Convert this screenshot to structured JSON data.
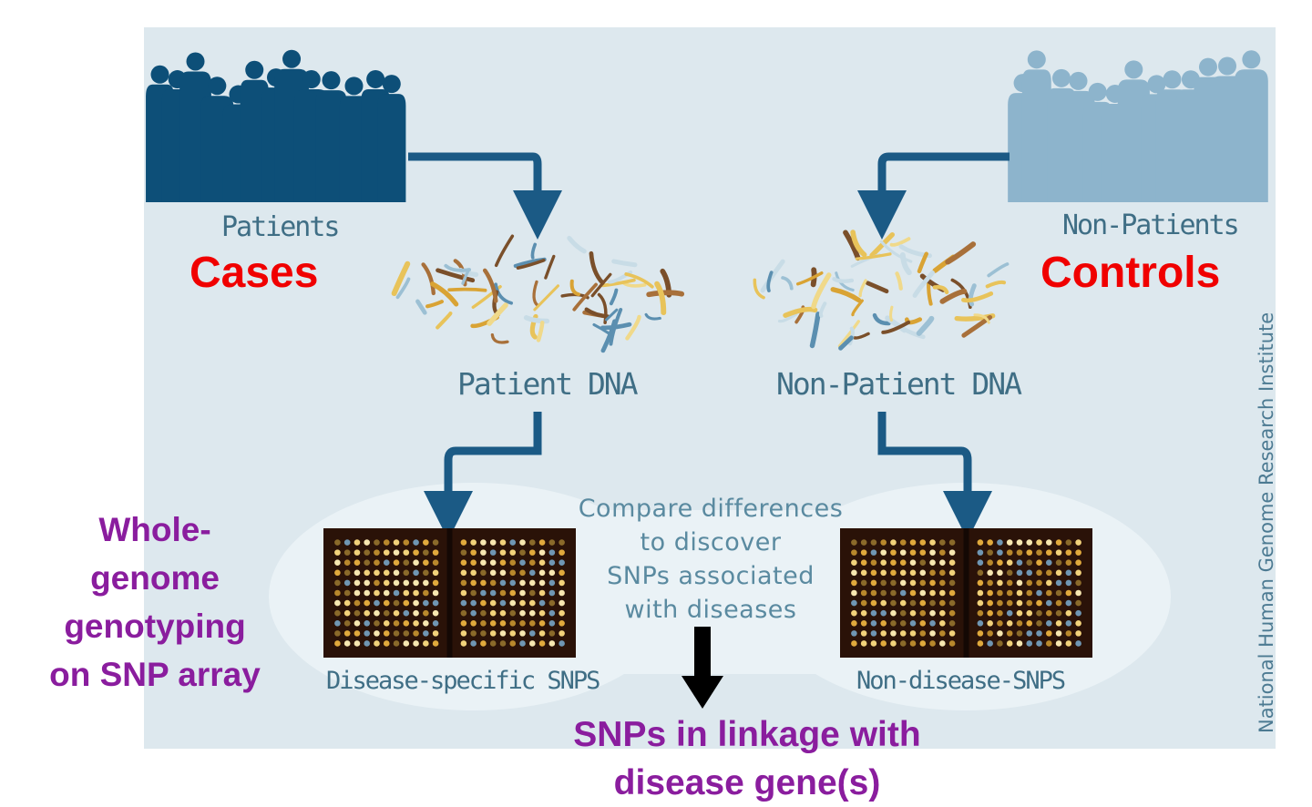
{
  "patients_label": "Patients",
  "cases_label": "Cases",
  "non_patients_label": "Non-Patients",
  "controls_label": "Controls",
  "patient_dna_label": "Patient DNA",
  "non_patient_dna_label": "Non-Patient DNA",
  "disease_snps_label": "Disease-specific SNPS",
  "non_disease_snps_label": "Non-disease-SNPS",
  "compare_lines": [
    "Compare differences",
    "to discover",
    "SNPs associated",
    "with diseases"
  ],
  "whole_genome_lines": [
    "Whole-",
    "genome",
    "genotyping",
    "on SNP array"
  ],
  "snps_linkage_lines": [
    "SNPs in linkage with",
    "disease gene(s)"
  ],
  "credit": "National Human Genome Research Institute",
  "colors": {
    "background": "#dde8ee",
    "cases_people": "#0d4f78",
    "controls_people": "#8db4cc",
    "arrow": "#1b5a85",
    "red_text": "#f00000",
    "purple_text": "#8a1d9e",
    "array_bg": "#2a1208"
  }
}
